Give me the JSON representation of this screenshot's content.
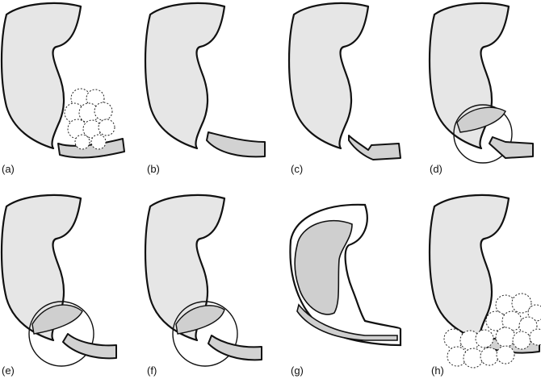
{
  "panels": [
    {
      "id": "a",
      "label": "(a)",
      "variant": "cluster-small"
    },
    {
      "id": "b",
      "label": "(b)",
      "variant": "narrow-neck"
    },
    {
      "id": "c",
      "label": "(c)",
      "variant": "thin-neck"
    },
    {
      "id": "d",
      "label": "(d)",
      "variant": "magnified-narrow"
    },
    {
      "id": "e",
      "label": "(e)",
      "variant": "magnified-open"
    },
    {
      "id": "f",
      "label": "(f)",
      "variant": "magnified-partial"
    },
    {
      "id": "g",
      "label": "(g)",
      "variant": "double-wall"
    },
    {
      "id": "h",
      "label": "(h)",
      "variant": "cluster-large"
    }
  ],
  "colors": {
    "organ_fill": "#e6e6e6",
    "duct_fill": "#d2d2d2",
    "outline": "#111111",
    "background": "#ffffff"
  }
}
